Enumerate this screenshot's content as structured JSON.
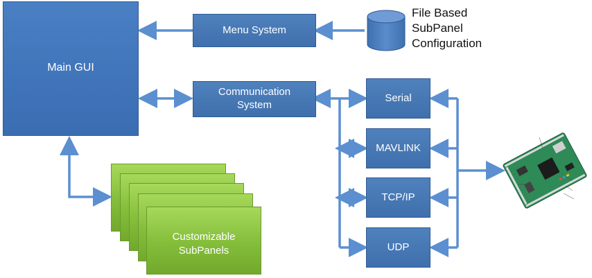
{
  "nodes": {
    "main_gui": "Main GUI",
    "menu_system": "Menu System",
    "communication_system": [
      "Communication",
      "System"
    ],
    "database": [
      "File Based",
      "SubPanel",
      "Configuration"
    ],
    "subpanels": [
      "Customizable",
      "SubPanels"
    ],
    "serial": "Serial",
    "mavlink": "MAVLINK",
    "tcpip": "TCP/IP",
    "udp": "UDP"
  },
  "colors": {
    "box_fill": "#4f81bd",
    "box_border": "#2f5b91",
    "arrow": "#5b8fd0",
    "subpanel_fill": "#8cc63f",
    "board_pcb": "#2e8a57"
  },
  "icons": {
    "database": "cylinder-database-icon",
    "hardware": "autopilot-board-photo"
  }
}
